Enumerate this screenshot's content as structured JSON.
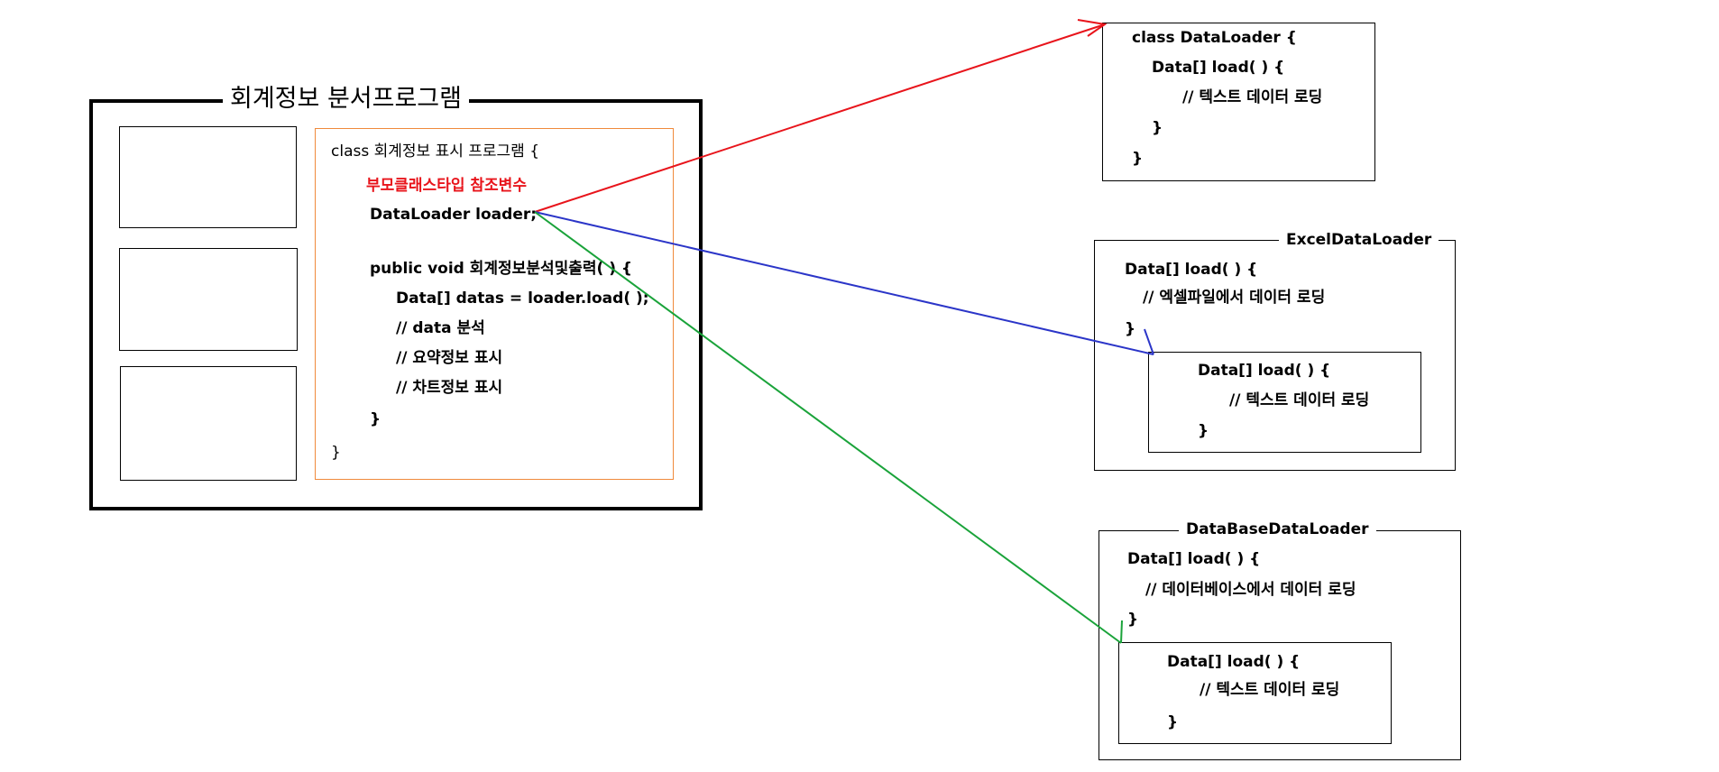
{
  "main_program": {
    "title": "회계정보 분서프로그램",
    "code": {
      "class_decl": "class 회계정보 표시 프로그램 {",
      "comment_parent_ref": "부모클래스타입 참조변수",
      "field_decl": "DataLoader loader;",
      "method_decl": "public void 회계정보분석및출력( ) {",
      "call_load": "Data[] datas = loader.load( );",
      "comment_analyze": "// data 분석",
      "comment_summary": "// 요약정보 표시",
      "comment_chart": "// 차트정보 표시",
      "close_method": "}",
      "close_class": "}"
    }
  },
  "data_loader": {
    "lines": [
      "class DataLoader {",
      "Data[] load( ) {",
      "// 텍스트 데이터 로딩",
      "}",
      "}"
    ]
  },
  "excel_loader": {
    "title": "ExcelDataLoader",
    "lines": [
      "Data[] load( ) {",
      "// 엑셀파일에서 데이터 로딩",
      "}"
    ],
    "inherited": [
      "Data[] load( ) {",
      "// 텍스트 데이터 로딩",
      "}"
    ]
  },
  "database_loader": {
    "title": "DataBaseDataLoader",
    "lines": [
      "Data[] load( ) {",
      "//  데이터베이스에서 데이터 로딩",
      "}"
    ],
    "inherited": [
      "Data[] load( ) {",
      "// 텍스트 데이터 로딩",
      "}"
    ]
  },
  "colors": {
    "arrow_to_dataloader": "#e8141b",
    "arrow_to_excel": "#2b35c8",
    "arrow_to_database": "#1aa33a",
    "code_panel_border": "#f08a3c"
  }
}
